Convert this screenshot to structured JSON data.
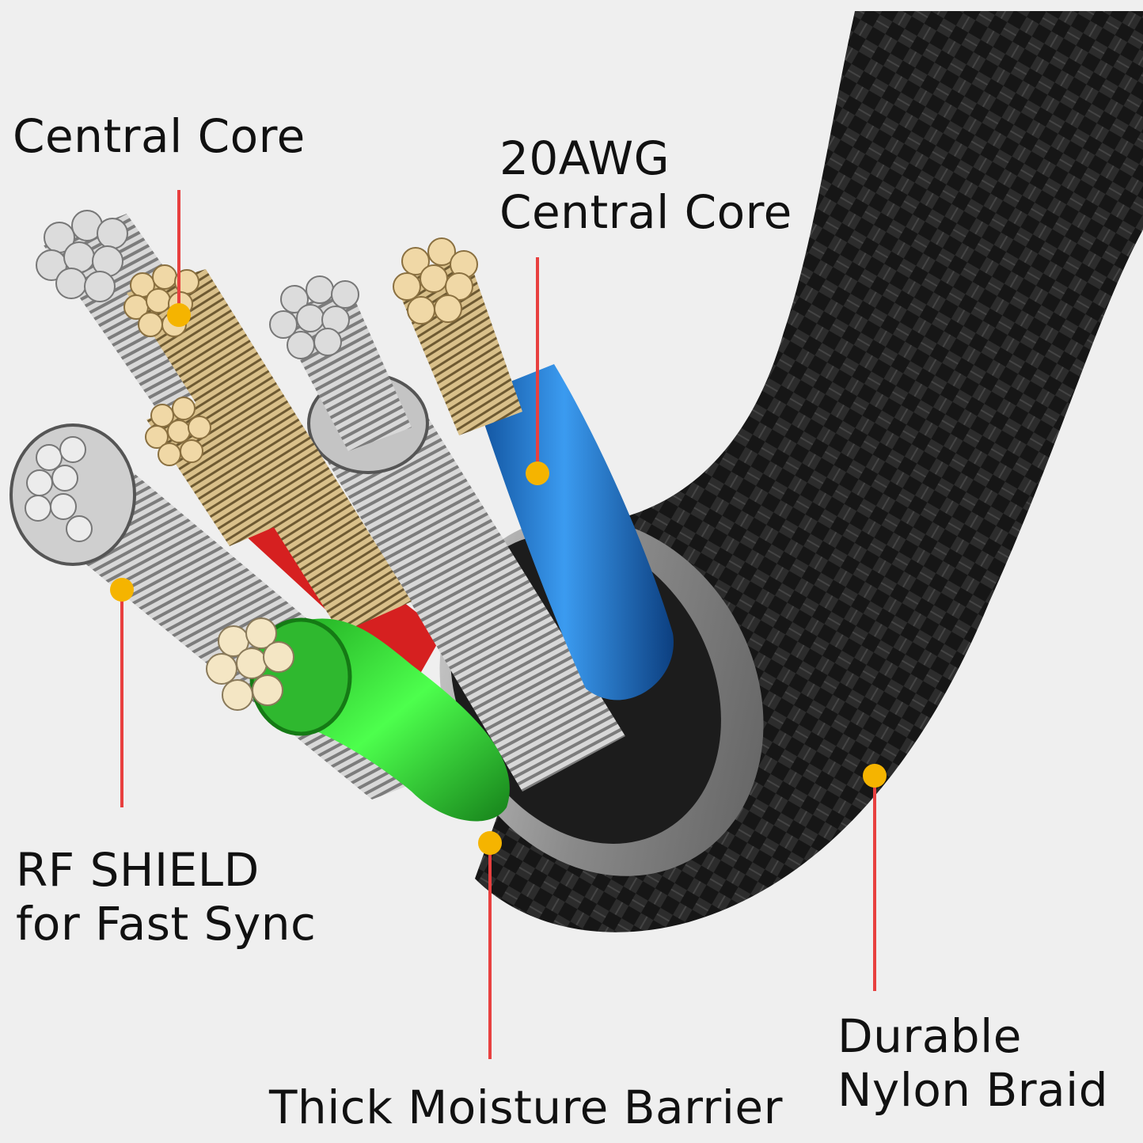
{
  "labels": {
    "central_core": "Central Core",
    "awg_core": {
      "line1": "20AWG",
      "line2": "Central Core"
    },
    "rf_shield": {
      "line1": "RF SHIELD",
      "line2": "for Fast Sync"
    },
    "moisture_barrier": "Thick Moisture Barrier",
    "nylon_braid": {
      "line1": "Durable",
      "line2": "Nylon Braid"
    }
  },
  "colors": {
    "background": "#efefef",
    "leader_line": "#e8403f",
    "marker_dot": "#f5b400",
    "braid": "#1a1a1a",
    "blue_insulation": "#1e7fd6",
    "green_insulation": "#2fd12f",
    "red_insulation": "#d62020",
    "copper_strand": "#e2c48a",
    "silver_strand": "#c9c9c9",
    "barrier_ring": "#9a9a9a"
  }
}
